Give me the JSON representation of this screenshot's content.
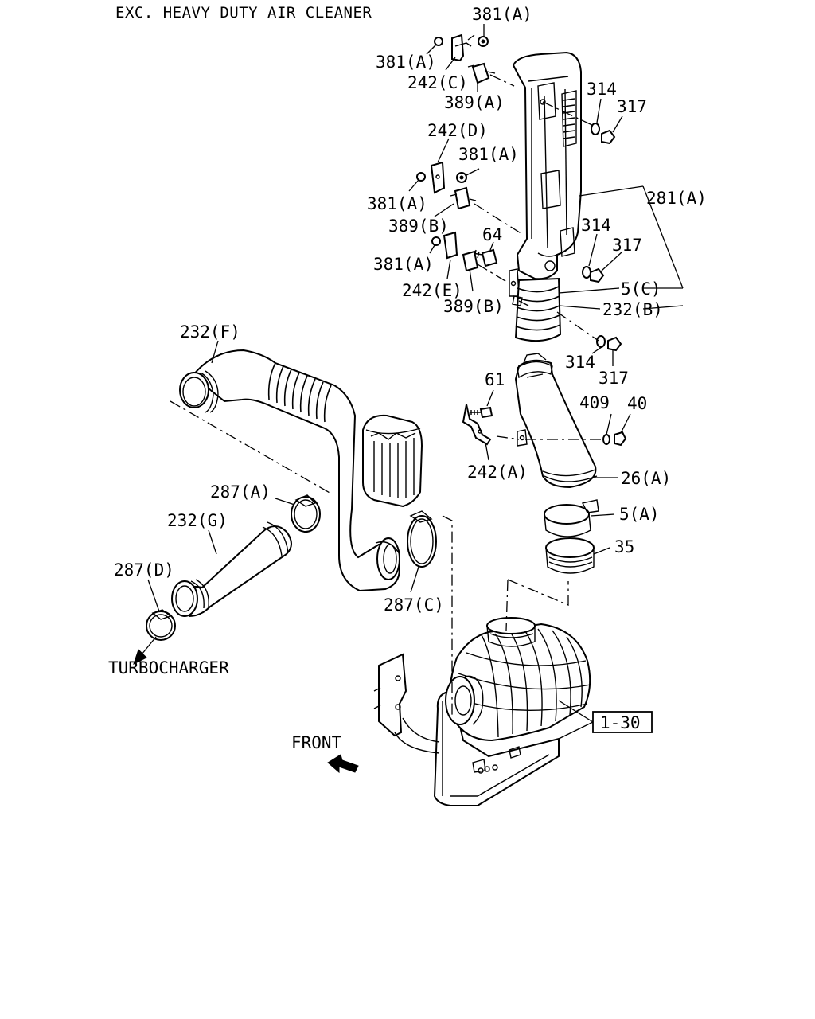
{
  "title": "EXC. HEAVY DUTY AIR CLEANER",
  "direction_labels": {
    "turbo": "TURBOCHARGER",
    "front": "FRONT"
  },
  "reference_box": "1-30",
  "callouts": {
    "c381a_top": "381(A)",
    "c381a_1": "381(A)",
    "c242c": "242(C)",
    "c389a": "389(A)",
    "c314_1": "314",
    "c317_1": "317",
    "c242d": "242(D)",
    "c381a_2": "381(A)",
    "c381a_3": "381(A)",
    "c281a": "281(A)",
    "c389b_1": "389(B)",
    "c64": "64",
    "c314_2": "314",
    "c317_2": "317",
    "c381a_4": "381(A)",
    "c5c": "5(C)",
    "c242e": "242(E)",
    "c232b": "232(B)",
    "c389b_2": "389(B)",
    "c232f": "232(F)",
    "c314_3": "314",
    "c317_3": "317",
    "c61": "61",
    "c409": "409",
    "c40": "40",
    "c242a": "242(A)",
    "c26a": "26(A)",
    "c287a": "287(A)",
    "c5a": "5(A)",
    "c232g": "232(G)",
    "c35": "35",
    "c287d": "287(D)",
    "c287c": "287(C)"
  }
}
